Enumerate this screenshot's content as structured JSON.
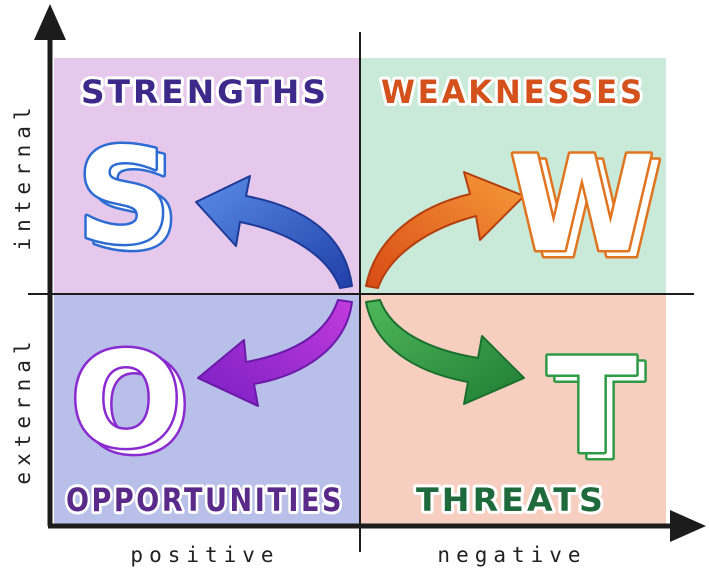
{
  "axes": {
    "vertical_top": "internal",
    "vertical_bottom": "external",
    "horizontal_left": "positive",
    "horizontal_right": "negative"
  },
  "quadrants": {
    "strengths": {
      "title": "STRENGTHS",
      "letter": "S",
      "bg": "#e6c8ec",
      "title_color": "#3b2a8a",
      "letter_color": "#2d6cd3",
      "arrow_color": "#3566d4"
    },
    "weaknesses": {
      "title": "WEAKNESSES",
      "letter": "W",
      "bg": "#c9ead8",
      "title_color": "#d4511c",
      "letter_color": "#e0741f",
      "arrow_color": "#ea6c20"
    },
    "opportunities": {
      "title": "OPPORTUNITIES",
      "letter": "O",
      "bg": "#b8bfe8",
      "title_color": "#5a2a8a",
      "letter_color": "#8a2bd0",
      "arrow_color": "#a22bd8"
    },
    "threats": {
      "title": "THREATS",
      "letter": "T",
      "bg": "#f7cfc0",
      "title_color": "#1f6a3c",
      "letter_color": "#2e9a44",
      "arrow_color": "#3aa24a"
    }
  }
}
